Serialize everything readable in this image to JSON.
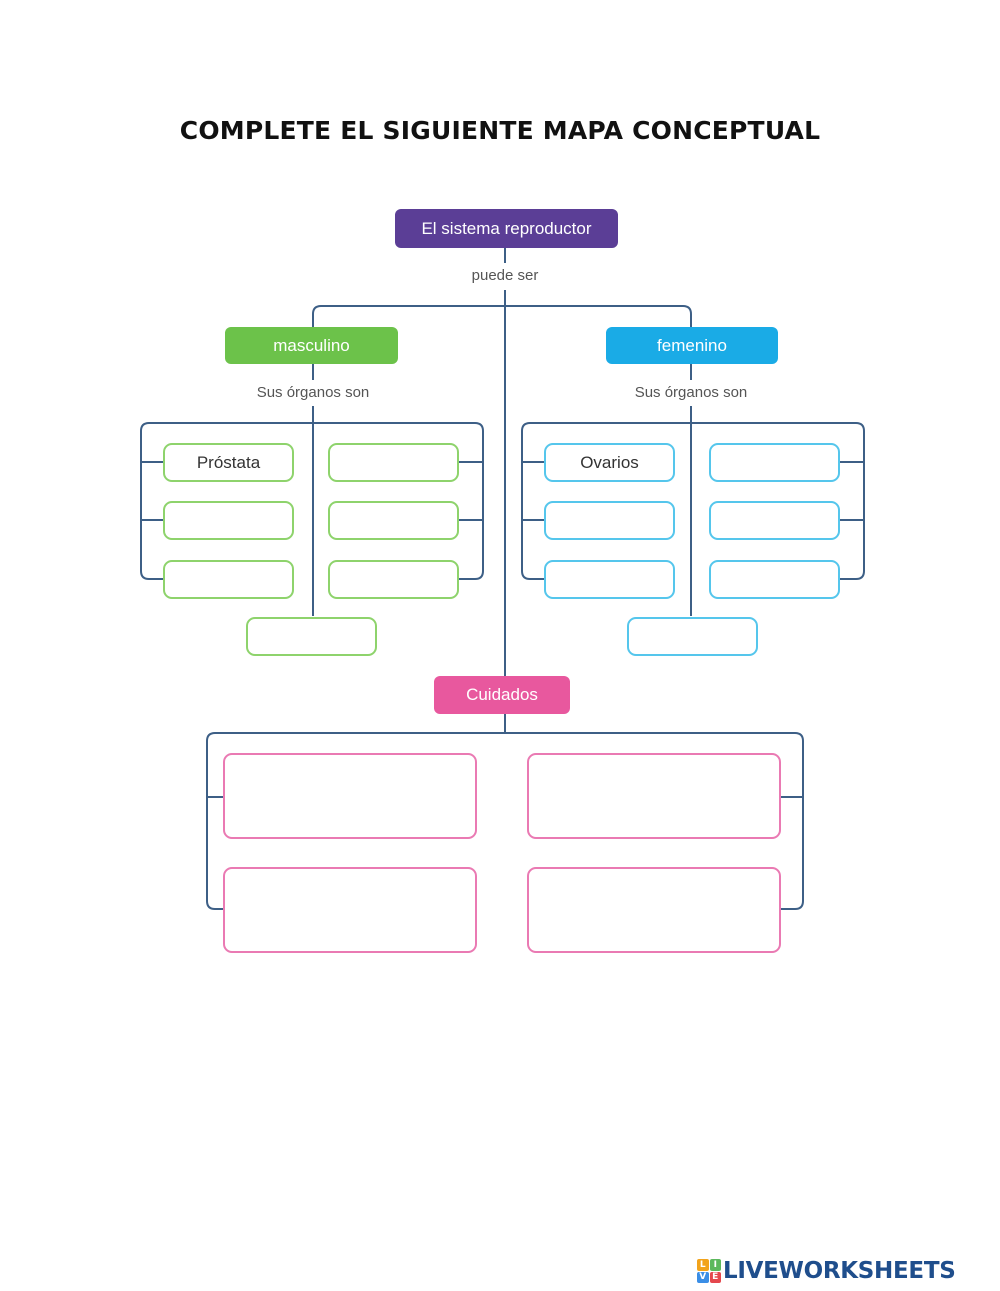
{
  "title": "COMPLETE EL SIGUIENTE MAPA CONCEPTUAL",
  "root": "El sistema reproductor",
  "connector": "puede ser",
  "male": {
    "label": "masculino",
    "connector": "Sus órganos son",
    "slots": [
      "Próstata",
      "",
      "",
      "",
      "",
      "",
      ""
    ]
  },
  "female": {
    "label": "femenino",
    "connector": "Sus órganos son",
    "slots": [
      "Ovarios",
      "",
      "",
      "",
      "",
      "",
      ""
    ]
  },
  "care": {
    "label": "Cuidados",
    "slots": [
      "",
      "",
      "",
      ""
    ]
  },
  "colors": {
    "root": "#5b3e96",
    "male": "#6cc24a",
    "female": "#1aabe6",
    "care": "#e8589e",
    "lines": "#3d5f86"
  },
  "brand": {
    "logo_letters": [
      "L",
      "I",
      "V",
      "E"
    ],
    "text": "LIVEWORKSHEETS"
  }
}
